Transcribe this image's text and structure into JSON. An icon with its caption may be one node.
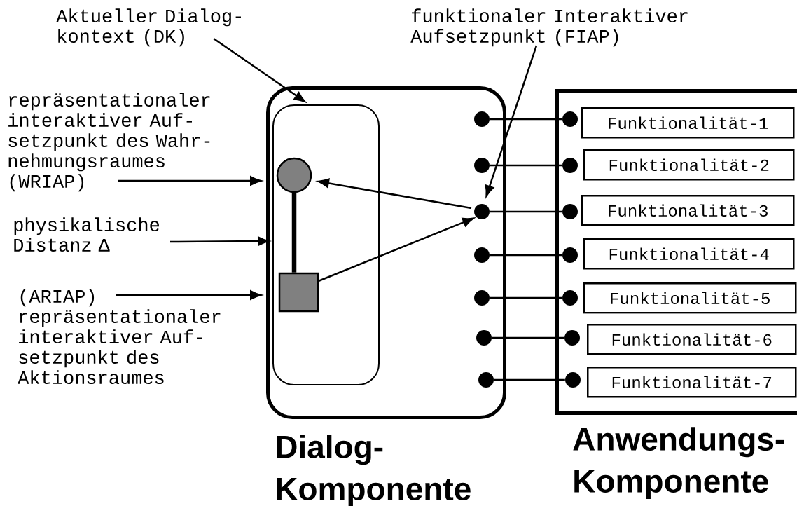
{
  "diagram": {
    "nodes": [
      {
        "text": [
          "Dialog- Komponente"
        ]
      },
      {
        "text": [
          "Anwendungs- Komponente"
        ]
      },
      {
        "text": [],
        "shape": "box",
        "in": 0
      },
      {
        "text": [],
        "shape": "circle",
        "in": 2
      },
      {
        "text": [],
        "shape": "box",
        "in": 2
      },
      {
        "text": [],
        "shape": "circle",
        "in": 0
      },
      {
        "text": [],
        "shape": "circle",
        "in": 0
      },
      {
        "text": [],
        "shape": "circle",
        "in": 0
      },
      {
        "text": [],
        "shape": "circle",
        "in": 0
      },
      {
        "text": [],
        "shape": "circle",
        "in": 0
      },
      {
        "text": [],
        "shape": "circle",
        "in": 0
      },
      {
        "text": [],
        "shape": "circle",
        "in": 0
      },
      {
        "text": [],
        "shape": "circle",
        "in": 1
      },
      {
        "text": [],
        "shape": "circle",
        "in": 1
      },
      {
        "text": [],
        "shape": "circle",
        "in": 1
      },
      {
        "text": [],
        "shape": "circle",
        "in": 1
      },
      {
        "text": [],
        "shape": "circle",
        "in": 1
      },
      {
        "text": [],
        "shape": "circle",
        "in": 1
      },
      {
        "text": [],
        "shape": "circle",
        "in": 1
      },
      {
        "text": [
          "Funktionalität-1"
        ],
        "in": 1
      },
      {
        "text": [
          "Funktionalität-2"
        ],
        "in": 1
      },
      {
        "text": [
          "Funktionalität-3"
        ],
        "in": 1
      },
      {
        "text": [
          "Funktionalität-4"
        ],
        "in": 1
      },
      {
        "text": [
          "Funktionalität-5"
        ],
        "in": 1
      },
      {
        "text": [
          "Funktionalität-6"
        ],
        "in": 1
      },
      {
        "text": [
          "Funktionalität-7"
        ],
        "in": 1
      },
      {
        "text": [
          "Aktueller Dialog- kontext (DK)"
        ]
      },
      {
        "text": [
          "funktionaler Interaktiver Aufsetzpunkt (FIAP)"
        ]
      },
      {
        "text": [
          "repräsentationaler interaktiver Auf- setzpunkt des Wahr- nehmungsraumes (WRIAP)"
        ]
      },
      {
        "text": [
          "physikalische Distanz Δ"
        ]
      },
      {
        "text": [
          "(ARIAP) repräsentationaler interaktiver Auf- setzpunkt des Aktionsraumes"
        ]
      }
    ],
    "edges": [
      {
        "from": 26,
        "to": 2,
        "arrow": "to"
      },
      {
        "from": 27,
        "to": 7,
        "arrow": "to"
      },
      {
        "from": 28,
        "to": 0,
        "arrow": "to"
      },
      {
        "from": 29,
        "to": 2,
        "arrow": "to"
      },
      {
        "from": 30,
        "to": 0,
        "arrow": "to"
      },
      {
        "from": 3,
        "to": 4,
        "arrow": "none",
        "style": "thick"
      },
      {
        "from": 4,
        "to": 7,
        "arrow": "to"
      },
      {
        "from": 7,
        "to": 3,
        "arrow": "to"
      },
      {
        "from": 5,
        "to": 12,
        "arrow": "none"
      },
      {
        "from": 6,
        "to": 13,
        "arrow": "none"
      },
      {
        "from": 7,
        "to": 14,
        "arrow": "none"
      },
      {
        "from": 8,
        "to": 15,
        "arrow": "none"
      },
      {
        "from": 9,
        "to": 16,
        "arrow": "none"
      },
      {
        "from": 10,
        "to": 17,
        "arrow": "none"
      },
      {
        "from": 11,
        "to": 18,
        "arrow": "none"
      }
    ]
  }
}
